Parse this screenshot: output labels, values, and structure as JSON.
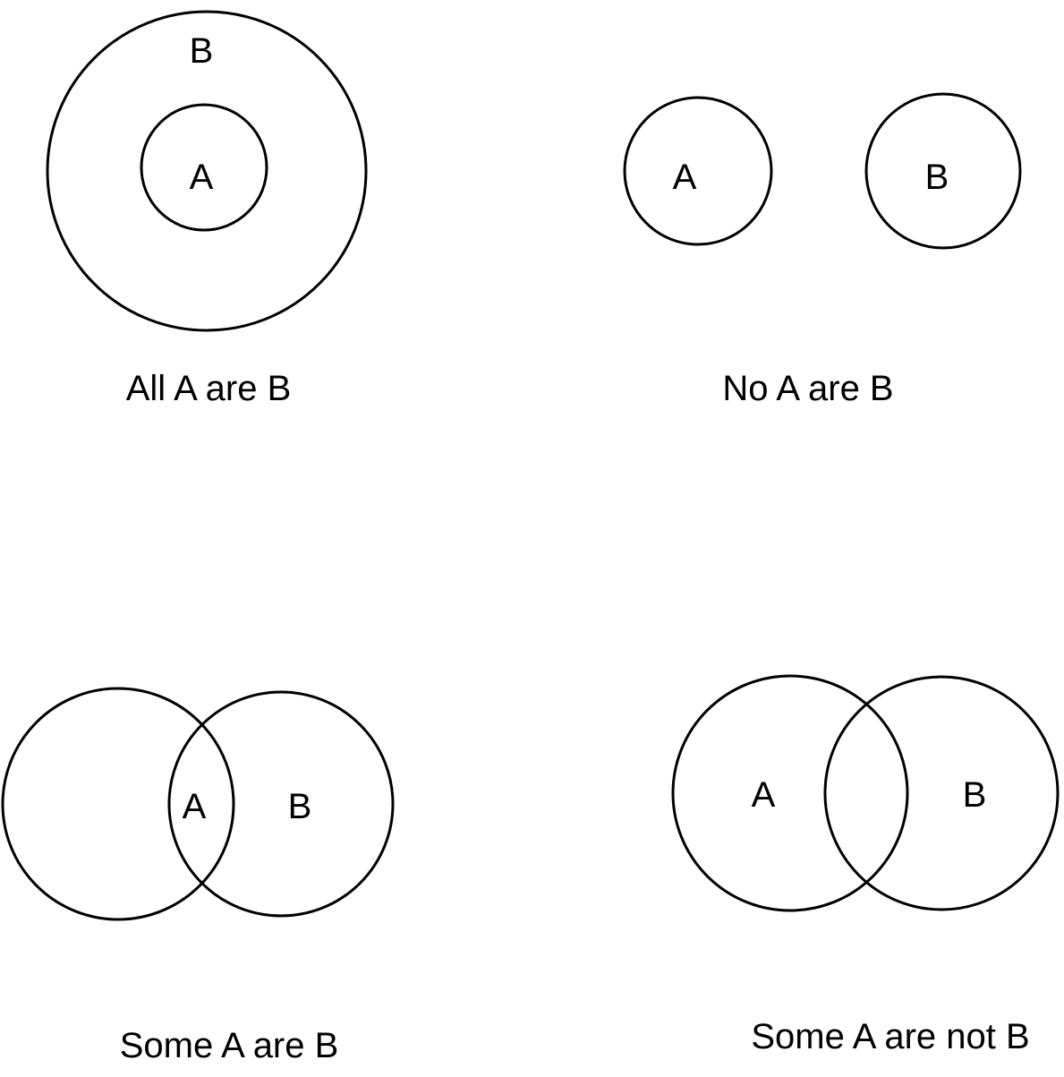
{
  "panels": {
    "all": {
      "caption": "All A are B",
      "label_a": "A",
      "label_b": "B"
    },
    "no": {
      "caption": "No A are B",
      "label_a": "A",
      "label_b": "B"
    },
    "some": {
      "caption": "Some A are B",
      "label_a": "A",
      "label_b": "B"
    },
    "some_not": {
      "caption": "Some A are not B",
      "label_a": "A",
      "label_b": "B"
    }
  }
}
